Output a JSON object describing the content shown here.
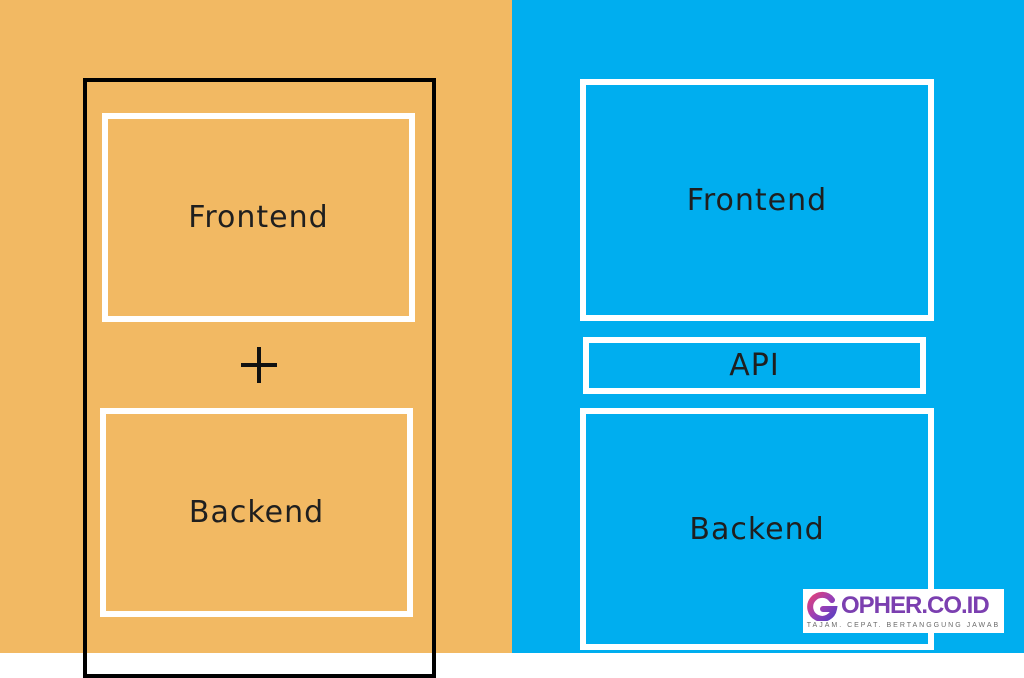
{
  "colors": {
    "left_background": "#F2B963",
    "right_background": "#00AEEF",
    "box_border": "#FFFFFF",
    "outer_border": "#000000",
    "logo_accent": "#7B3FB0"
  },
  "left": {
    "frontend_label": "Frontend",
    "backend_label": "Backend"
  },
  "right": {
    "frontend_label": "Frontend",
    "api_label": "API",
    "backend_label": "Backend"
  },
  "logo": {
    "text": "OPHER.CO.ID",
    "tagline": "TAJAM. CEPAT. BERTANGGUNG JAWAB"
  }
}
